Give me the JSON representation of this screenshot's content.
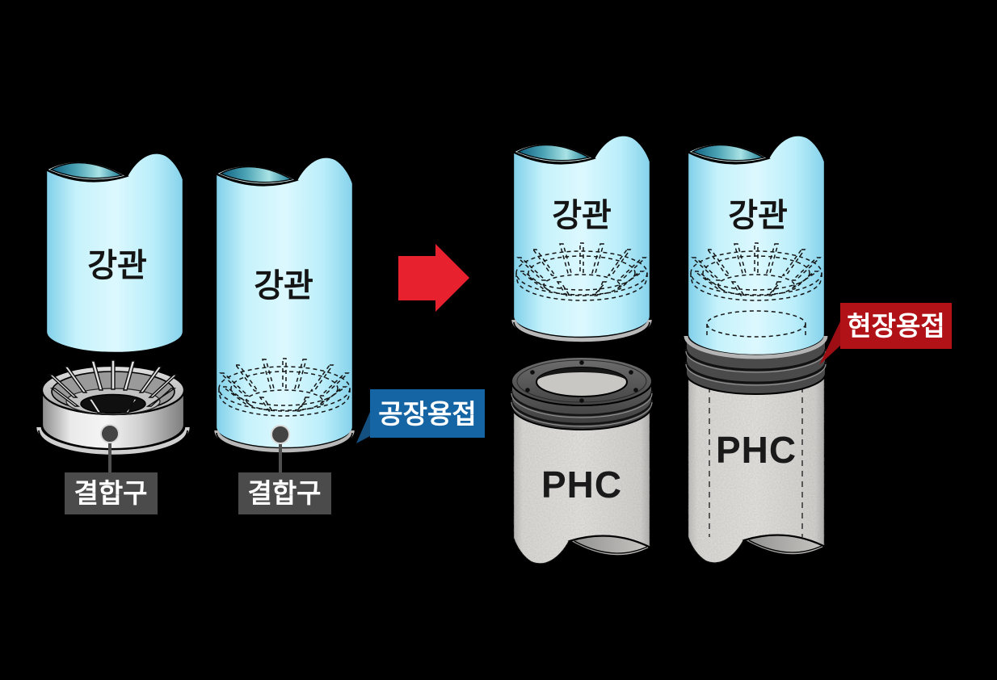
{
  "diagram": {
    "description": "PHC pile to steel pipe joint: coupler factory-welded inside steel pipe, then field-welded to PHC pile"
  },
  "labels": {
    "steel_pipe": "강관",
    "coupler": "결합구",
    "phc_pile": "PHC",
    "factory_weld": "공장용접",
    "field_weld": "현장용접"
  },
  "colors": {
    "background": "#000000",
    "pipe_body_blue": "#c9f3fc",
    "pipe_edge_blue": "#8fd4ec",
    "pipe_opening_teal": "#17708f",
    "coupler_metal": "#d9d9d9",
    "coupler_label_box": "#4b4b4b",
    "factory_weld_box": "#1565a5",
    "factory_weld_pointer": "#14507f",
    "field_weld_box": "#b11217",
    "field_weld_pointer": "#9c0e13",
    "process_arrow": "#e7212e",
    "phc_concrete": "#d7d6d3",
    "pile_cap_metal": "#4e4e4e",
    "label_text": "#ffffff",
    "diagram_text": "#141414"
  }
}
